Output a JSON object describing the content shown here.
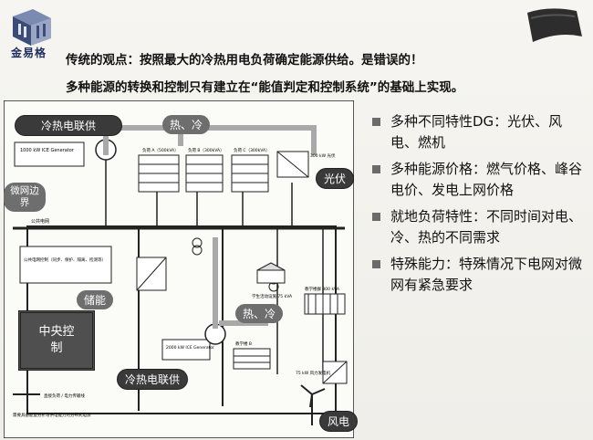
{
  "logo": {
    "text": "金易格"
  },
  "headline": {
    "line1": "传统的观点：按照最大的冷热用电负荷确定能源供给。是错误的！",
    "line2": "多种能源的转换和控制只有建立在“能值判定和控制系统”的基础上实现。"
  },
  "diagram": {
    "callouts": {
      "chp_top": "冷热电联供",
      "heat_cool_top": "热、冷",
      "microgrid": "微网边界",
      "pv": "光伏",
      "storage": "储能",
      "central_control": "中央控制",
      "heat_cool_mid": "热、冷",
      "chp_bottom": "冷热电联供",
      "wind": "风电"
    },
    "labels": {
      "generator_top": "1000 kW ICE Generator",
      "load1": "负荷 A（500kVA）",
      "load2": "负荷 B（300kVA）",
      "load3": "负荷 C（300kVA）",
      "student": "学生活动设施 75 kVA",
      "teaching1": "教学楼群 300 kVA",
      "teaching2": "教学楼 B",
      "generator_bottom": "2000 kW ICE Generator",
      "wind_turbine": "75 kW 风力发电机",
      "pv_array": "300 kW 光伏",
      "grid": "公共电网",
      "grid_ctrl": "公共电网控制（同步、保护、隔离、检测等）",
      "legend": "直接负荷 / 电力传输线",
      "footnote": "需要具备能量分析与供电能力的分布式电源"
    }
  },
  "bullets": [
    "多种不同特性DG：光伏、风电、燃机",
    "多种能源价格：燃气价格、峰谷电价、发电上网价格",
    "就地负荷特性：不同时间对电、冷、热的不同需求",
    "特殊能力：特殊情况下电网对微网有紧急要求"
  ],
  "colors": {
    "callout": "#6e6e6e",
    "callout_dark": "#3a3a3a",
    "bullet_square": "#6b6b6b",
    "arrow": "#a9a9a9"
  }
}
